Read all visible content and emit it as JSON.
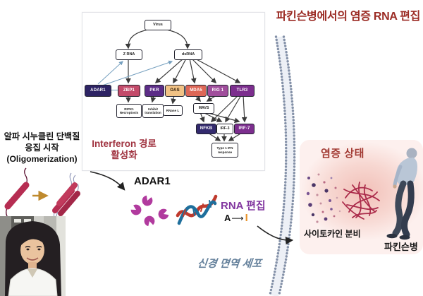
{
  "title": "파킨슨병에서의 염증 RNA 편집",
  "pathway_panel": {
    "nodes": {
      "virus": "Virus",
      "z_rna": "Z RNA",
      "dsrna": "dsRNA",
      "adar1": "ADAR1",
      "zbp1": "ZBP1",
      "pkr": "PKR",
      "oas": "OAS",
      "mda5": "MDA5",
      "rig1": "RIG 1",
      "tlr3": "TLR3",
      "ripk1_line1": "RIPK1",
      "ripk1_line2": "Necroptosis",
      "inhibit_line1": "Inhibit",
      "inhibit_line2": "translation",
      "rnase_l": "RNase L",
      "mavs": "MAVS",
      "nfkb": "NFKB",
      "irf3": "IRF-3",
      "irf7": "IRF-7",
      "type1_line1": "Type 1 IFN",
      "type1_line2": "response"
    },
    "caption_line1": "Interferon 경로",
    "caption_line2": "활성화"
  },
  "left_label": {
    "line1": "알파 시누클린 단백질",
    "line2": "응집 시작",
    "line3": "(Oligomerization)"
  },
  "center": {
    "adar1_label": "ADAR1",
    "rna_edit_label": "RNA 편집",
    "edit_from": "A",
    "edit_to": "I"
  },
  "cell_label": "신경 면역 세포",
  "inflammation_panel": {
    "title": "염증 상태",
    "cytokine_label": "사이토카인 분비",
    "disease_label": "파킨슨병"
  },
  "icons": {
    "membrane": "lipid-bilayer-membrane",
    "dna": "dna-double-helix",
    "enzymes": "adar1-enzyme-pacman-shapes",
    "aggregate": "alpha-synuclein-aggregation",
    "fibrils": "protein-fibril-tangle",
    "cytokines": "cytokine-dot-cloud",
    "person": "stooped-parkinsons-patient",
    "photo": "researcher-portrait-photo"
  },
  "colors": {
    "title": "#9b2b24",
    "interferon": "#a03340",
    "rnaedit": "#8237a0",
    "iorange": "#e8922a",
    "cell": "#64809b",
    "inflam": "#a23a33",
    "membrane": "#8491a8",
    "synuclein": "#b62d52",
    "enzyme": "#b13a9e",
    "adar1_box": "#2d2364",
    "zbp1_box": "#c34a6a",
    "pkr_box": "#5c2d87",
    "oas_box": "#f1c285",
    "mda5_box": "#dd6757",
    "rig1_box": "#a04e9c",
    "tlr3_box": "#7c2e8e",
    "nfkb_box": "#332a6e",
    "irf7_box": "#7c2e8e"
  }
}
